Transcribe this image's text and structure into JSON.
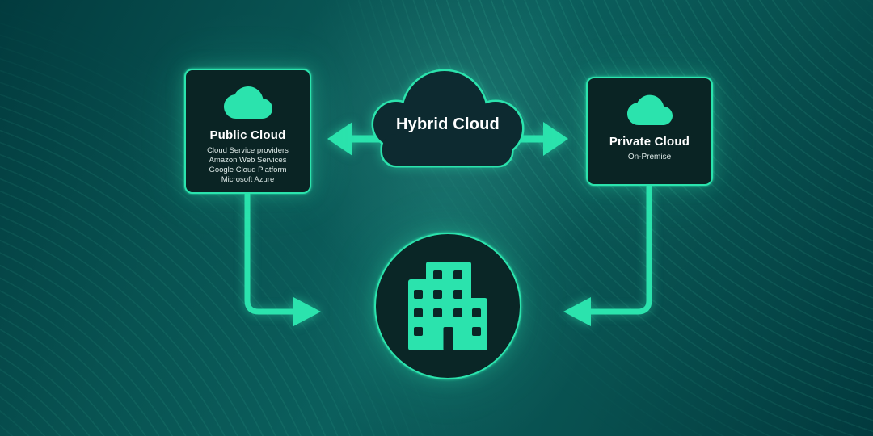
{
  "title": "Hybrid Cloud diagram",
  "palette": {
    "accent": "#2BE3AD",
    "node_background": "#0A2424",
    "hybrid_cloud_background": "#0D2A30",
    "background_dark": "#023B3E",
    "background_mid": "#0B5F5D",
    "text_primary": "#FFFFFF",
    "text_secondary": "#DDE9E7"
  },
  "nodes": {
    "hybrid": {
      "label": "Hybrid Cloud"
    },
    "public": {
      "title": "Public Cloud",
      "lines": [
        "Cloud Service providers",
        "Amazon Web Services",
        "Google Cloud Platform",
        "Microsoft Azure"
      ]
    },
    "private": {
      "title": "Private Cloud",
      "subtitle": "On-Premise"
    },
    "onpremise_datacenter": {
      "icon": "building-icon"
    }
  },
  "connections": [
    {
      "from": "hybrid",
      "to": "public",
      "icon": "arrow-left-icon"
    },
    {
      "from": "hybrid",
      "to": "private",
      "icon": "arrow-right-icon"
    },
    {
      "from": "public",
      "to": "onpremise_datacenter",
      "icon": "elbow-arrow-right-icon"
    },
    {
      "from": "private",
      "to": "onpremise_datacenter",
      "icon": "elbow-arrow-left-icon"
    }
  ]
}
